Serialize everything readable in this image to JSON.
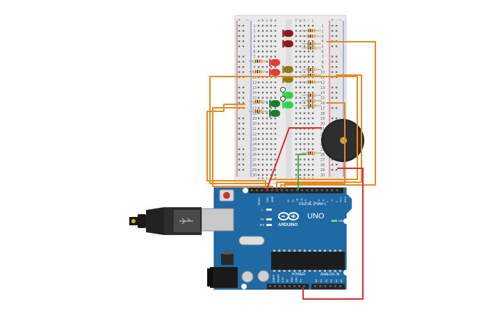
{
  "breadboard": {
    "power_plus": "+",
    "power_minus": "−",
    "columns_left": [
      "a",
      "b",
      "c",
      "d",
      "e"
    ],
    "columns_right": [
      "f",
      "g",
      "h",
      "i",
      "j"
    ],
    "row_numbers": [
      1,
      2,
      3,
      4,
      5,
      6,
      7,
      8,
      9,
      10,
      11,
      12,
      13,
      14,
      15,
      16,
      17,
      18,
      19,
      20,
      21,
      22,
      23,
      24,
      25,
      26,
      27,
      28,
      29,
      30
    ]
  },
  "arduino": {
    "model": "UNO",
    "brand": "ARDUINO",
    "digital_label": "DIGITAL (PWM~)",
    "power_label": "POWER",
    "analog_label": "ANALOG IN",
    "on_label": "ON",
    "l_label": "L",
    "tx_label": "TX",
    "rx_label": "RX",
    "reset_label": "RESET",
    "digital_pins": [
      "13",
      "12",
      "~11",
      "~10",
      "~9",
      "8",
      "7",
      "~6",
      "~5",
      "4",
      "~3",
      "2",
      "TX 1",
      "RX 0"
    ],
    "misc_pins": [
      "GND",
      "AREF"
    ],
    "power_pins": [
      "IOREF",
      "RESET",
      "3.3V",
      "5V",
      "GND",
      "GND",
      "Vin"
    ],
    "analog_pins": [
      "A0",
      "A1",
      "A2",
      "A3",
      "A4",
      "A5"
    ]
  },
  "components": {
    "leds": [
      {
        "id": "led-red-1",
        "color": "#8b1a1a"
      },
      {
        "id": "led-red-2",
        "color": "#8b1a1a"
      },
      {
        "id": "led-red-3",
        "color": "#e23b3b"
      },
      {
        "id": "led-red-4",
        "color": "#e23b3b"
      },
      {
        "id": "led-yellow-1",
        "color": "#8c7a1c"
      },
      {
        "id": "led-yellow-2",
        "color": "#8c7a1c"
      },
      {
        "id": "led-green-1",
        "color": "#2bd64b"
      },
      {
        "id": "led-green-2",
        "color": "#2bd64b"
      },
      {
        "id": "led-green-3",
        "color": "#1f7a2e"
      },
      {
        "id": "led-green-4",
        "color": "#1f7a2e"
      }
    ],
    "buzzer": {
      "id": "piezo-buzzer",
      "color": "#2b2b2b"
    },
    "wire_colors": {
      "orange": "#e68a1e",
      "red": "#d42a2a",
      "green": "#3cae3c"
    }
  }
}
